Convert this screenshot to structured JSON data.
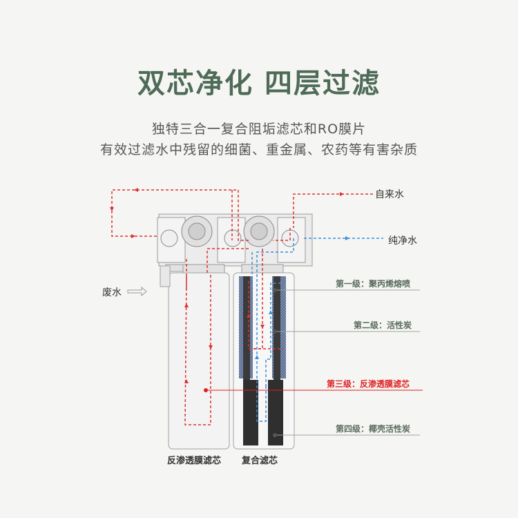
{
  "title": "双芯净化 四层过滤",
  "subtitle": {
    "line1": "独特三合一复合阻垢滤芯和RO膜片",
    "line2": "有效过滤水中残留的细菌、重金属、农药等有害杂质"
  },
  "labels": {
    "tap_water": "自来水",
    "pure_water": "纯净水",
    "waste_water": "废水",
    "stage1": "第一级：聚丙烯熔喷",
    "stage2": "第二级：活性炭",
    "stage3": "第三级：反渗透膜滤芯",
    "stage4": "第四级：椰壳活性炭",
    "left_filter": "反渗透膜滤芯",
    "right_filter": "复合滤芯"
  },
  "colors": {
    "title": "#4f6b58",
    "raw_water_flow": "#e03030",
    "pure_water_flow": "#3a8fd8",
    "stage_label": "#5a6b5e",
    "highlight_label": "#e02020"
  }
}
